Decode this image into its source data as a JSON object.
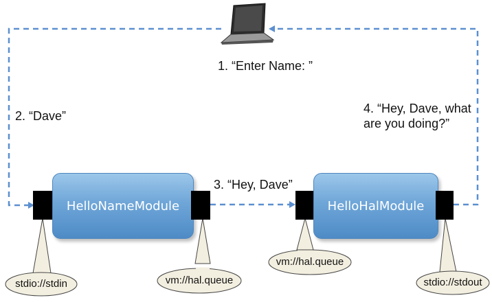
{
  "steps": {
    "step1": "1. “Enter Name: ”",
    "step2": "2. “Dave”",
    "step3": "3. “Hey, Dave”",
    "step4_line1": "4. “Hey, Dave, what",
    "step4_line2": "are you doing?”"
  },
  "modules": {
    "left": "HelloNameModule",
    "right": "HelloHalModule"
  },
  "endpoints": {
    "stdin": "stdio://stdin",
    "hal_queue_out": "vm://hal.queue",
    "hal_queue_in": "vm://hal.queue",
    "stdout": "stdio://stdout"
  },
  "icons": {
    "computer": "laptop-icon"
  },
  "colors": {
    "arrow": "#5b8fd0",
    "module_fill": "#6fa6d8",
    "callout_fill": "#f3efe0",
    "port": "#000000"
  }
}
